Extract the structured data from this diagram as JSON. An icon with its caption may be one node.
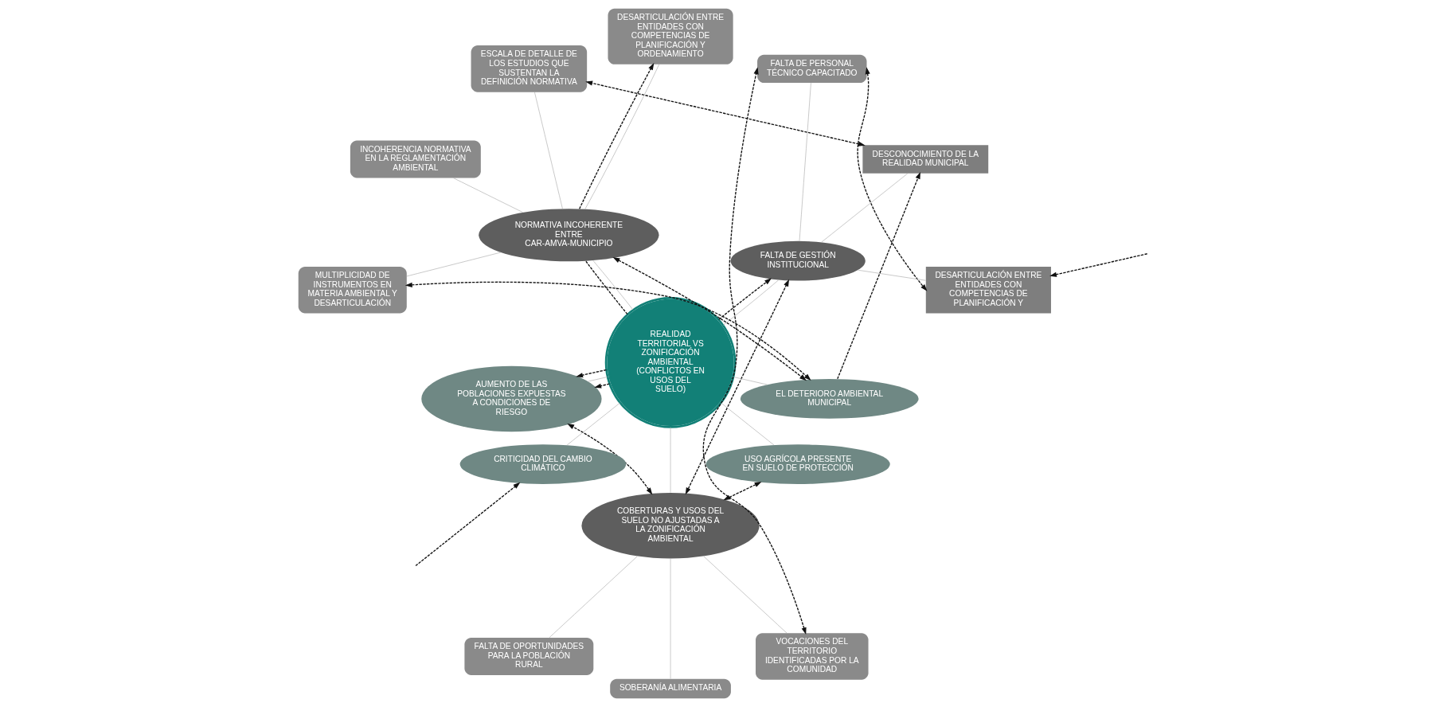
{
  "diagram": {
    "nodes": [
      {
        "text": [
          "FALTA DE PERSONAL TÉCNICO CAPACITADO"
        ]
      },
      {
        "text": [
          "DESARTICULACIÓN ENTRE ENTIDADES CON COMPETENCIAS DE PLANIFICACIÓN Y"
        ]
      },
      {
        "text": [
          "FALTA DE OPORTUNIDADES PARA LA POBLACIÓN RURAL"
        ]
      },
      {
        "text": [
          "FALTA DE GESTIÓN INSTITUCIONAL"
        ]
      },
      {
        "text": [
          "DESCONOCIMIENTO DE LA REALIDAD MUNICIPAL"
        ]
      },
      {
        "text": [
          "DESARTICULACIÓN ENTRE ENTIDADES CON COMPETENCIAS DE PLANIFICACIÓN Y ORDENAMIENTO"
        ]
      },
      {
        "text": [
          "SOBERANÍA ALIMENTARIA"
        ]
      },
      {
        "text": [
          "COBERTURAS Y USOS DEL SUELO NO AJUSTADAS A LA ZONIFICACIÓN AMBIENTAL"
        ]
      },
      {
        "text": [
          "NORMATIVA INCOHERENTE ENTRE CAR-AMVA-MUNICIPIO"
        ]
      },
      {
        "text": [
          "ESCALA DE DETALLE DE LOS ESTUDIOS QUE SUSTENTAN LA DEFINICIÓN NORMATIVA"
        ]
      },
      {
        "text": [
          "REALIDAD TERRITORIAL VS ZONIFICACIÓN AMBIENTAL (CONFLICTOS EN USOS DEL SUELO)"
        ]
      },
      {
        "text": [
          "VOCACIONES DEL TERRITORIO IDENTIFICADAS POR LA COMUNIDAD"
        ]
      },
      {
        "text": [
          "INCOHERENCIA NORMATIVA EN LA REGLAMENTACIÓN AMBIENTAL"
        ]
      },
      {
        "text": [
          "MULTIPLICIDAD DE INSTRUMENTOS EN MATERIA AMBIENTAL Y DESARTICULACIÓN"
        ]
      },
      {
        "text": [
          "USO AGRÍCOLA PRESENTE EN SUELO DE PROTECCIÓN"
        ]
      },
      {
        "text": [
          "AUMENTO DE LAS POBLACIONES EXPUESTAS A CONDICIONES DE RIESGO"
        ]
      },
      {
        "text": [
          "EL DETERIORO AMBIENTAL MUNICIPAL"
        ]
      },
      {
        "text": [
          "CRITICIDAD DEL CAMBIO CLIMÁTICO"
        ]
      }
    ],
    "edges": [
      {
        "from": 11,
        "to": 0,
        "arrow": "both",
        "style": "dashed",
        "color": "#111111"
      },
      {
        "from": 0,
        "to": 1,
        "arrow": "both",
        "style": "dashed",
        "color": "#111111"
      },
      {
        "from": null,
        "to": 1,
        "arrow": "to",
        "style": "dashed",
        "color": "#111111"
      },
      {
        "from": 4,
        "to": 9,
        "arrow": "both",
        "style": "dashed",
        "color": "#111111"
      },
      {
        "from": 7,
        "to": 3,
        "arrow": "both",
        "style": "dashed",
        "color": "#111111"
      },
      {
        "from": 10,
        "to": 3,
        "arrow": "to",
        "style": "dashed",
        "color": "#111111"
      },
      {
        "from": 7,
        "to": 14,
        "arrow": "both",
        "style": "dashed",
        "color": "#111111"
      },
      {
        "from": 7,
        "to": 15,
        "arrow": "both",
        "style": "dashed",
        "color": "#111111"
      },
      {
        "from": 10,
        "to": 15,
        "arrow": "to",
        "style": "dashed",
        "color": "#111111"
      },
      {
        "from": 10,
        "to": 15,
        "arrow": "to",
        "style": "dashed",
        "color": "#111111"
      },
      {
        "from": 8,
        "to": 5,
        "arrow": "to",
        "style": "dashed",
        "color": "#111111"
      },
      {
        "from": 10,
        "to": 8,
        "arrow": "none",
        "style": "dashed",
        "color": "#111111"
      },
      {
        "from": 16,
        "to": 4,
        "arrow": "to",
        "style": "dashed",
        "color": "#111111"
      },
      {
        "from": 8,
        "to": 16,
        "arrow": "both",
        "style": "dashed",
        "color": "#111111"
      },
      {
        "from": 13,
        "to": 16,
        "arrow": "both",
        "style": "dashed",
        "color": "#111111"
      },
      {
        "from": null,
        "to": 17,
        "arrow": "to",
        "style": "dashed",
        "color": "#111111"
      },
      {
        "from": 0,
        "to": 3,
        "arrow": "none"
      },
      {
        "from": 3,
        "to": 1,
        "arrow": "none"
      },
      {
        "from": 3,
        "to": 4,
        "arrow": "none"
      },
      {
        "from": 2,
        "to": 7,
        "arrow": "none"
      },
      {
        "from": 6,
        "to": 7,
        "arrow": "none"
      },
      {
        "from": 3,
        "to": 10,
        "arrow": "none"
      },
      {
        "from": 7,
        "to": 10,
        "arrow": "none"
      },
      {
        "from": 11,
        "to": 7,
        "arrow": "none"
      },
      {
        "from": 14,
        "to": 10,
        "arrow": "none"
      },
      {
        "from": 15,
        "to": 10,
        "arrow": "none"
      },
      {
        "from": 16,
        "to": 10,
        "arrow": "none"
      },
      {
        "from": 10,
        "to": 17,
        "arrow": "none"
      },
      {
        "from": 10,
        "to": 8,
        "arrow": "none"
      },
      {
        "from": 8,
        "to": 5,
        "arrow": "none"
      },
      {
        "from": 8,
        "to": 9,
        "arrow": "none"
      },
      {
        "from": 8,
        "to": 12,
        "arrow": "none"
      },
      {
        "from": 8,
        "to": 13,
        "arrow": "none"
      }
    ]
  }
}
